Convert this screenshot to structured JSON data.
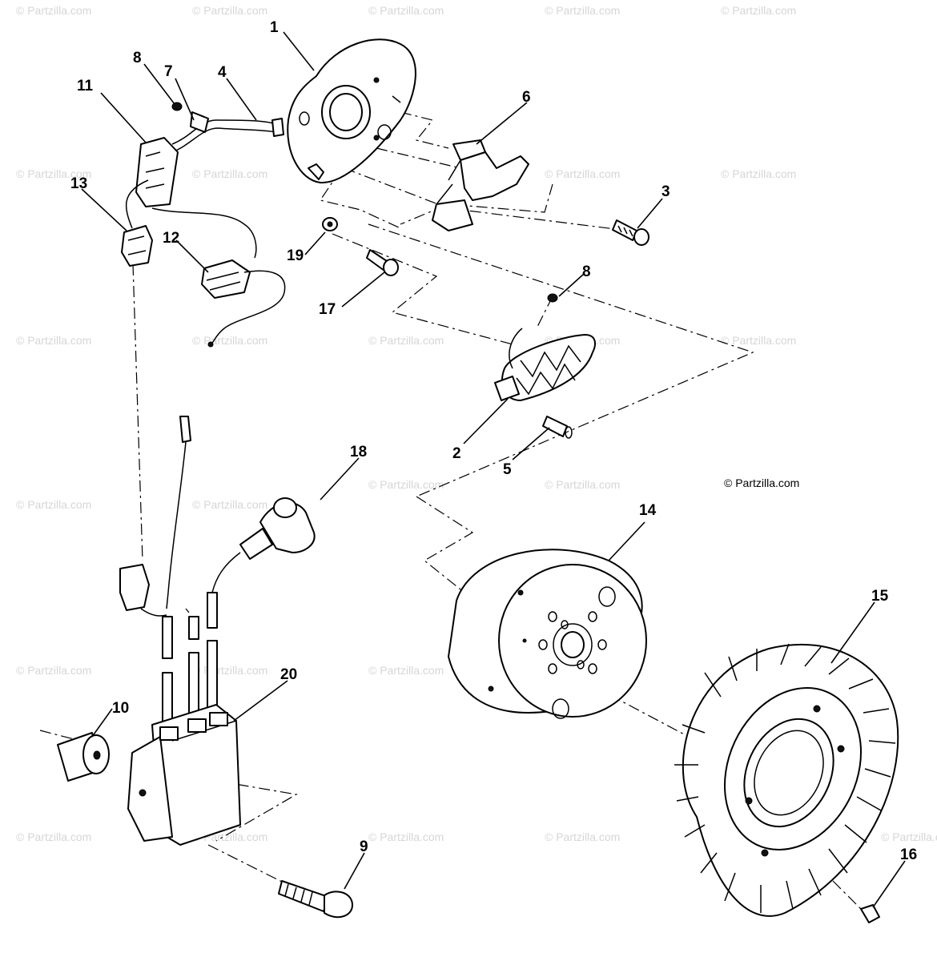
{
  "watermark": {
    "text": "© Partzilla.com"
  },
  "callouts": {
    "c1": "1",
    "c2": "2",
    "c3": "3",
    "c4": "4",
    "c5": "5",
    "c6": "6",
    "c7": "7",
    "c8a": "8",
    "c8b": "8",
    "c9": "9",
    "c10": "10",
    "c11": "11",
    "c12": "12",
    "c13": "13",
    "c14": "14",
    "c15": "15",
    "c16": "16",
    "c17": "17",
    "c18": "18",
    "c19": "19",
    "c20": "20"
  }
}
